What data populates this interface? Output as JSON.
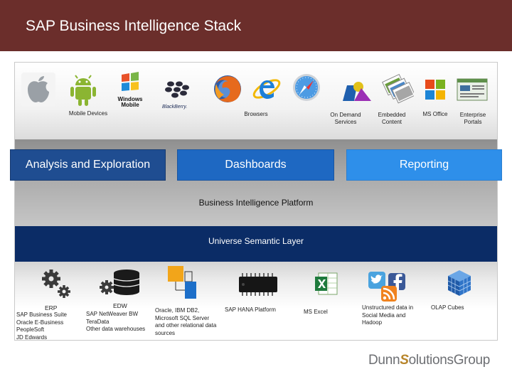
{
  "title": "SAP Business Intelligence Stack",
  "consumption": {
    "icons": [
      "apple-icon",
      "android-icon",
      "windows-mobile-icon",
      "blackberry-icon",
      "firefox-icon",
      "internet-explorer-icon",
      "safari-icon",
      "on-demand-icon",
      "embedded-content-icon",
      "ms-office-icon",
      "enterprise-portal-icon"
    ],
    "windows_mobile_text": "Windows\nMobile",
    "blackberry_text": "BlackBerry.",
    "labels": {
      "mobile_devices": "Mobile Devices",
      "browsers": "Browsers",
      "on_demand": "On Demand\nServices",
      "embedded": "Embedded\nContent",
      "ms_office": "MS Office",
      "enterprise_portals": "Enterprise\nPortals"
    }
  },
  "sections": {
    "analysis": "Analysis and Exploration",
    "dashboards": "Dashboards",
    "reporting": "Reporting"
  },
  "platform_label": "Business Intelligence Platform",
  "semantic_layer_label": "Universe Semantic Layer",
  "sources": {
    "erp_title": "ERP",
    "erp_items": "SAP Business Suite\nOracle E-Business\nPeopleSoft\nJD Edwards",
    "edw_title": "EDW",
    "edw_items": "SAP NetWeaver BW\nTeraData\nOther data warehouses",
    "relational": "Oracle, IBM DB2,\nMicrosoft SQL Server\nand other relational data\nsources",
    "hana": "SAP HANA Platform",
    "excel": "MS Excel",
    "unstructured": "Unstructured data in\nSocial Media and\nHadoop",
    "olap": "OLAP Cubes"
  },
  "logo": {
    "part1": "Dunn",
    "s": "S",
    "part2": "olutionsGroup"
  },
  "colors": {
    "title_bar": "#6b2e2b",
    "analysis": "#1f4d91",
    "dashboards": "#1e68c2",
    "reporting": "#2e8fea",
    "semantic_layer": "#0b2c66"
  }
}
